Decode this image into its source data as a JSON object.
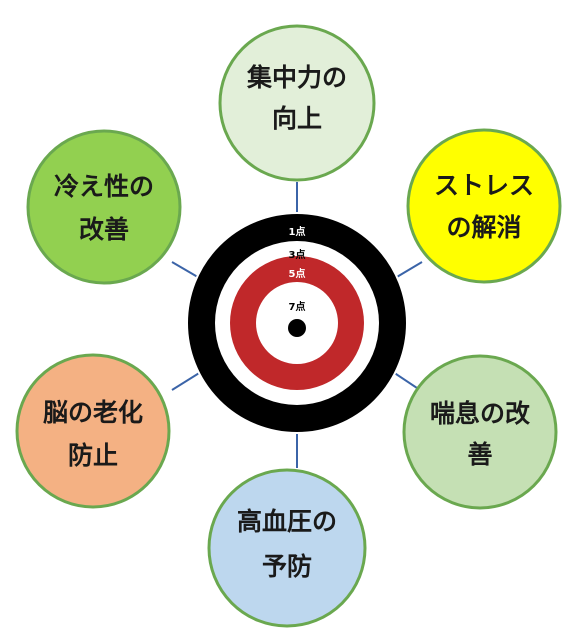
{
  "target": {
    "labels": {
      "ring1": "1点",
      "ring3": "3点",
      "ring5": "5点",
      "ring7": "7点"
    },
    "colors": {
      "outer": "#000000",
      "white": "#ffffff",
      "red": "#c0282a",
      "bullseye": "#000000"
    }
  },
  "connector_color": "#3b64a8",
  "benefits": [
    {
      "id": "concentration",
      "line1": "集中力の",
      "line2": "向上",
      "fill": "#e2efd9",
      "stroke": "#6aa84f"
    },
    {
      "id": "stress",
      "line1": "ストレス",
      "line2": "の解消",
      "fill": "#ffff00",
      "stroke": "#6aa84f"
    },
    {
      "id": "asthma",
      "line1": "喘息の改",
      "line2": "善",
      "fill": "#c5e0b4",
      "stroke": "#6aa84f"
    },
    {
      "id": "blood-pressure",
      "line1": "高血圧の",
      "line2": "予防",
      "fill": "#bdd7ee",
      "stroke": "#6aa84f"
    },
    {
      "id": "brain-aging",
      "line1": "脳の老化",
      "line2": "防止",
      "fill": "#f4b183",
      "stroke": "#6aa84f"
    },
    {
      "id": "cold-sensitivity",
      "line1": "冷え性の",
      "line2": "改善",
      "fill": "#92d050",
      "stroke": "#6aa84f"
    }
  ]
}
